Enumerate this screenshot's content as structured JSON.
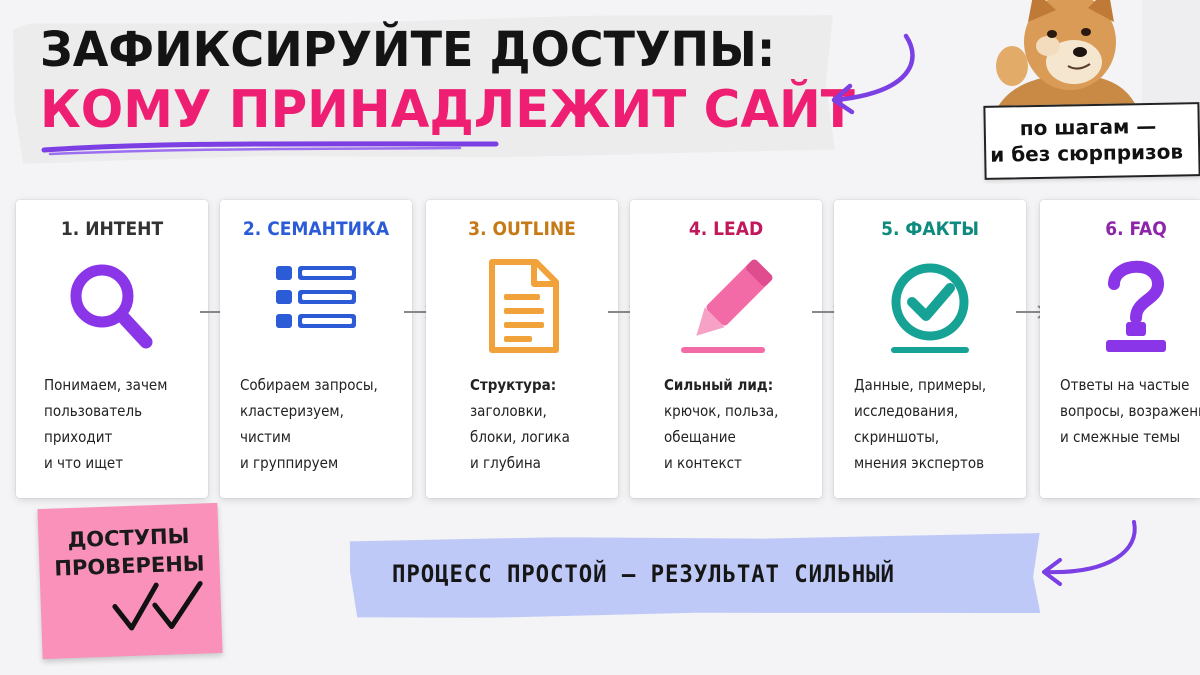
{
  "header": {
    "title_line1": "ЗАФИКСИРУЙТЕ ДОСТУПЫ:",
    "title_line2": "КОМУ ПРИНАДЛЕЖИТ САЙТ"
  },
  "badge": {
    "line1": "по шагам —",
    "line2": "и без сюрпризов"
  },
  "steps": [
    {
      "title": "1. ИНТЕНТ",
      "color": "#333333",
      "icon": "magnifier-icon",
      "lines": [
        "Понимаем, зачем",
        "пользователь",
        "приходит",
        "и что ищет"
      ]
    },
    {
      "title": "2. СЕМАНТИКА",
      "color": "#2c5bd8",
      "icon": "list-icon",
      "lines": [
        "Собираем запросы,",
        "кластеризуем,",
        "чистим",
        "и группируем"
      ]
    },
    {
      "title": "3. OUTLINE",
      "color": "#c57a16",
      "icon": "document-icon",
      "lines": [
        "Структура:",
        "заголовки,",
        "блоки, логика",
        "и глубина"
      ]
    },
    {
      "title": "4. LEAD",
      "color": "#c2185b",
      "icon": "pencil-icon",
      "lines": [
        "Сильный лид:",
        "крючок, польза,",
        "обещание",
        "и контекст"
      ]
    },
    {
      "title": "5. ФАКТЫ",
      "color": "#0f8a7e",
      "icon": "check-circle-icon",
      "lines": [
        "Данные, примеры,",
        "исследования,",
        "скриншоты,",
        "мнения экспертов"
      ]
    },
    {
      "title": "6. FAQ",
      "color": "#8e24aa",
      "icon": "question-icon",
      "lines": [
        "Ответы на частые",
        "вопросы, возражения",
        "и смежные темы"
      ]
    }
  ],
  "sticky": {
    "line1": "ДОСТУПЫ",
    "line2": "ПРОВЕРЕНЫ"
  },
  "banner": {
    "text": "ПРОЦЕСС ПРОСТОЙ — РЕЗУЛЬТАТ СИЛЬНЫЙ"
  },
  "colors": {
    "accent_pink": "#ee1e72",
    "accent_purple": "#7b3fe4",
    "sticky_pink": "#fa91ba",
    "banner_blue": "#bfc9f7"
  }
}
